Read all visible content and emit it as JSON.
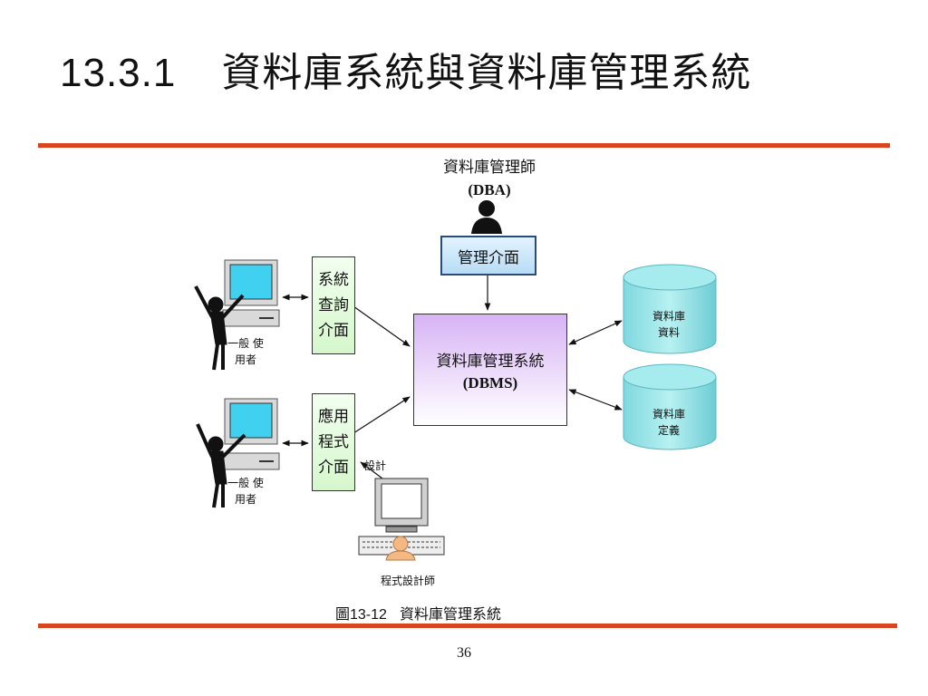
{
  "slide": {
    "section_number": "13.3.1",
    "title": "資料庫系統與資料庫管理系統",
    "page_number": "36",
    "caption_figure": "圖13-12",
    "caption_text": "資料庫管理系統"
  },
  "diagram": {
    "dba_title": "資料庫管理師",
    "dba_abbr": "(DBA)",
    "admin_interface": "管理介面",
    "query_interface": "系統查詢介面",
    "app_interface": "應用程式介面",
    "dbms_title": "資料庫管理系統",
    "dbms_abbr": "(DBMS)",
    "user1_label": "一般 使用者",
    "user2_label": "一般 使用者",
    "design_label": "設計",
    "programmer_label": "程式設計師",
    "db_data_label": "資料庫 資料",
    "db_def_label": "資料庫 定義"
  },
  "colors": {
    "rule": "#d9451f",
    "admin_box": "#b7dcf5",
    "side_box": "#d5f7cc",
    "dbms_box": "#d7b3f5",
    "cylinder": "#8fe3e8",
    "monitor_screen": "#40d0f0"
  }
}
